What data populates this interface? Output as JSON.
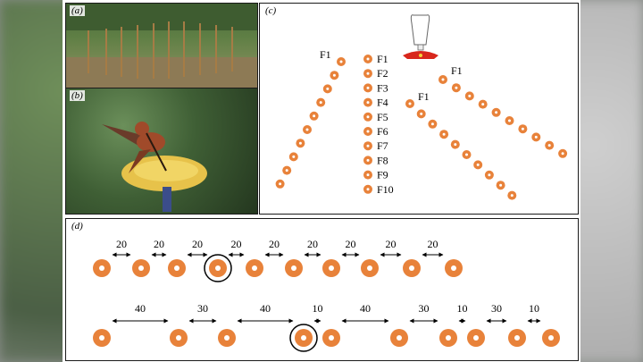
{
  "panels": {
    "a": "(a)",
    "b": "(b)",
    "c": "(c)",
    "d": "(d)"
  },
  "panel_c": {
    "left_line_label": "F1",
    "center_labels": [
      "F1",
      "F2",
      "F3",
      "F4",
      "F5",
      "F6",
      "F7",
      "F8",
      "F9",
      "F10"
    ],
    "mid_line_label": "F1",
    "right_line_label": "F1"
  },
  "panel_d": {
    "row1_distances": [
      "20",
      "20",
      "20",
      "20",
      "20",
      "20",
      "20",
      "20",
      "20"
    ],
    "row2_distances": [
      "40",
      "30",
      "40",
      "10",
      "40",
      "30",
      "10",
      "30",
      "10"
    ]
  },
  "colors": {
    "flower_outer": "#e8823a",
    "flower_inner": "#ffffff",
    "feeder_red": "#d8271c"
  }
}
